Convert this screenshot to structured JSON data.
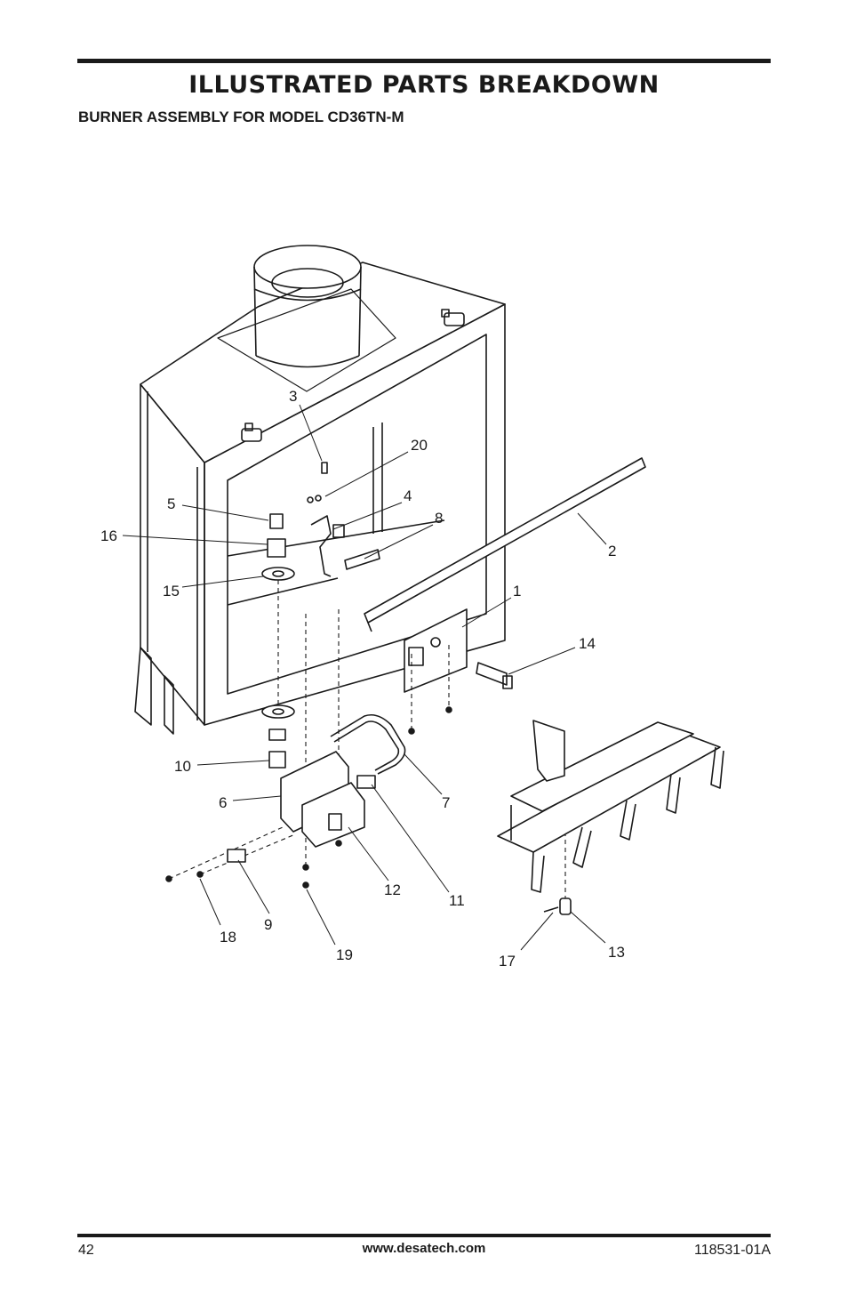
{
  "header": {
    "title": "ILLUSTRATED PARTS BREAKDOWN",
    "subtitle": "BURNER ASSEMBLY FOR MODEL CD36TN-M"
  },
  "diagram": {
    "callouts": [
      "3",
      "20",
      "5",
      "4",
      "8",
      "16",
      "2",
      "15",
      "1",
      "14",
      "10",
      "6",
      "7",
      "12",
      "11",
      "9",
      "18",
      "19",
      "17",
      "13"
    ]
  },
  "footer": {
    "page_number": "42",
    "website": "www.desatech.com",
    "document_number": "118531-01A"
  }
}
